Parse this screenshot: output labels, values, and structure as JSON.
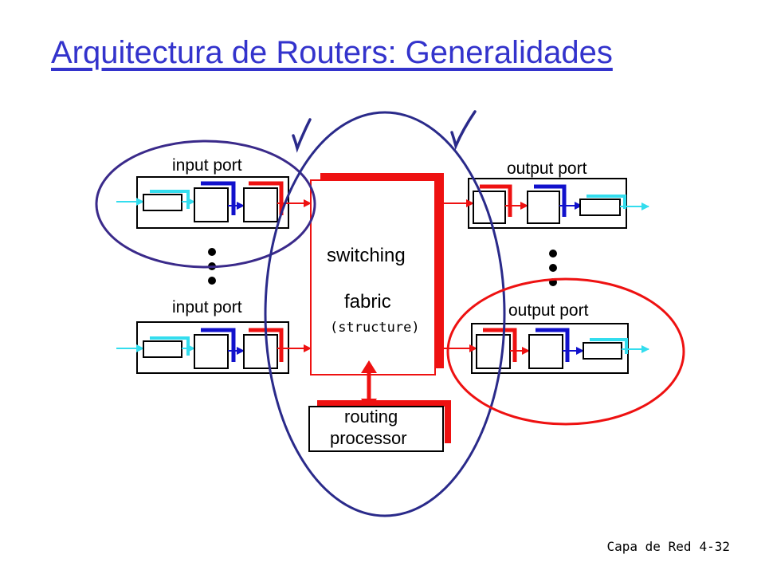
{
  "slide": {
    "title": "Arquitectura de Routers: Generalidades",
    "footer_section": "Capa de Red",
    "footer_page": "4-32"
  },
  "diagram": {
    "input_port_top_label": "input port",
    "input_port_bottom_label": "input port",
    "output_port_top_label": "output port",
    "output_port_bottom_label": "output port",
    "switching_label": "switching",
    "fabric_label": "fabric",
    "structure_label": "(structure)",
    "routing_label_line1": "routing",
    "routing_label_line2": "processor"
  },
  "colors": {
    "title": "#3333cc",
    "red": "#ee1111",
    "blue": "#1111cc",
    "cyan": "#33ddee",
    "navy_ellipse": "#2a2a8a",
    "purple_ellipse": "#3a2a8a"
  }
}
